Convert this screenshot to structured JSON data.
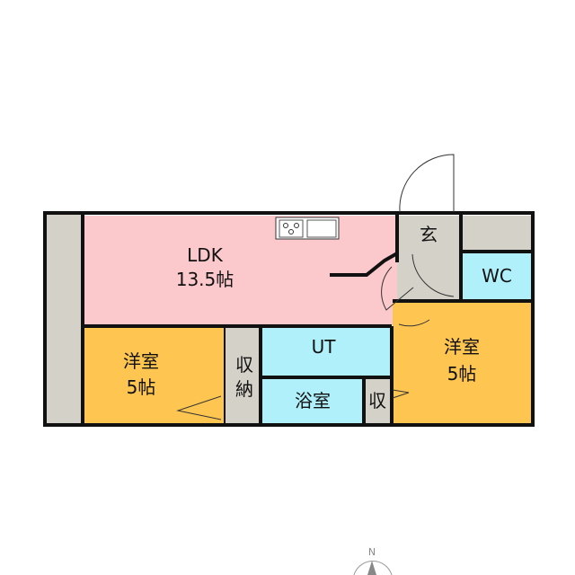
{
  "rooms": {
    "ldk": {
      "name": "LDK",
      "size": "13.5帖"
    },
    "western_left": {
      "name": "洋室",
      "size": "5帖"
    },
    "western_right": {
      "name": "洋室",
      "size": "5帖"
    },
    "storage_left": {
      "name_top": "収",
      "name_bottom": "納"
    },
    "ut": {
      "name": "UT"
    },
    "bath": {
      "name": "浴室"
    },
    "storage_small": {
      "name": "収"
    },
    "wc": {
      "name": "WC"
    },
    "entrance": {
      "name": "玄"
    }
  },
  "compass": {
    "label": "N"
  },
  "colors": {
    "ldk": "#fbc8cc",
    "western": "#fec651",
    "wet": "#b0f0fb",
    "storage": "#d4d1c8"
  }
}
